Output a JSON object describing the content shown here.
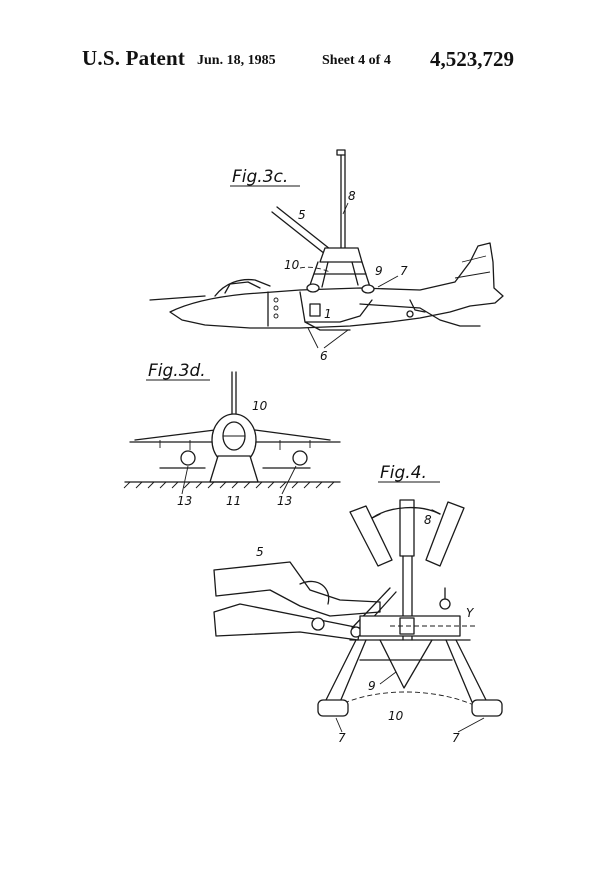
{
  "header": {
    "patent_label": "U.S. Patent",
    "date": "Jun. 18, 1985",
    "sheet": "Sheet 4 of 4",
    "patent_number": "4,523,729"
  },
  "figures": {
    "fig3c": {
      "label": "Fig.3c.",
      "refs": [
        "8",
        "5",
        "10",
        "9",
        "7",
        "1",
        "6"
      ]
    },
    "fig3d": {
      "label": "Fig.3d.",
      "refs": [
        "10",
        "13",
        "11",
        "13"
      ]
    },
    "fig4": {
      "label": "Fig.4.",
      "refs": [
        "8",
        "5",
        "9",
        "10",
        "7",
        "7",
        "Y"
      ]
    }
  }
}
